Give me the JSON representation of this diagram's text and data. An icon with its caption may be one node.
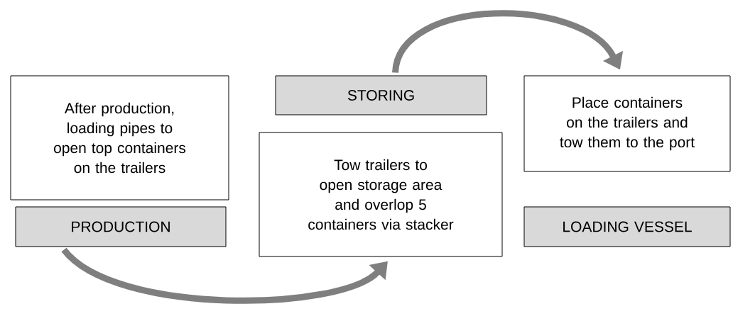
{
  "diagram": {
    "nodes": [
      {
        "text": [
          "After production, loading pipes to open top containers on the trailers"
        ]
      },
      {
        "text": [
          "PRODUCTION"
        ]
      },
      {
        "text": [
          "STORING"
        ]
      },
      {
        "text": [
          "Tow trailers to open storage area and overlop 5 containers via stacker"
        ]
      },
      {
        "text": [
          "Place containers on the trailers and tow them to the port"
        ]
      },
      {
        "text": [
          "LOADING VESSEL"
        ]
      }
    ],
    "edges": [
      {
        "from": 1,
        "to": 3,
        "arrow": "to"
      },
      {
        "from": 2,
        "to": 4,
        "arrow": "to"
      }
    ]
  }
}
